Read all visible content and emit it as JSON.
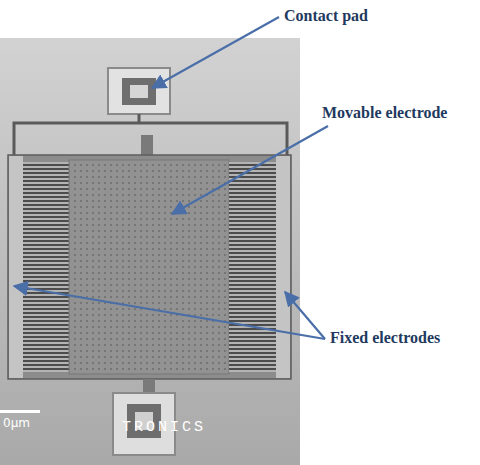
{
  "diagram": {
    "labels": [
      "Contact pad",
      "Movable electrode",
      "Fixed electrodes",
      "0μm",
      "TRONICS"
    ]
  }
}
